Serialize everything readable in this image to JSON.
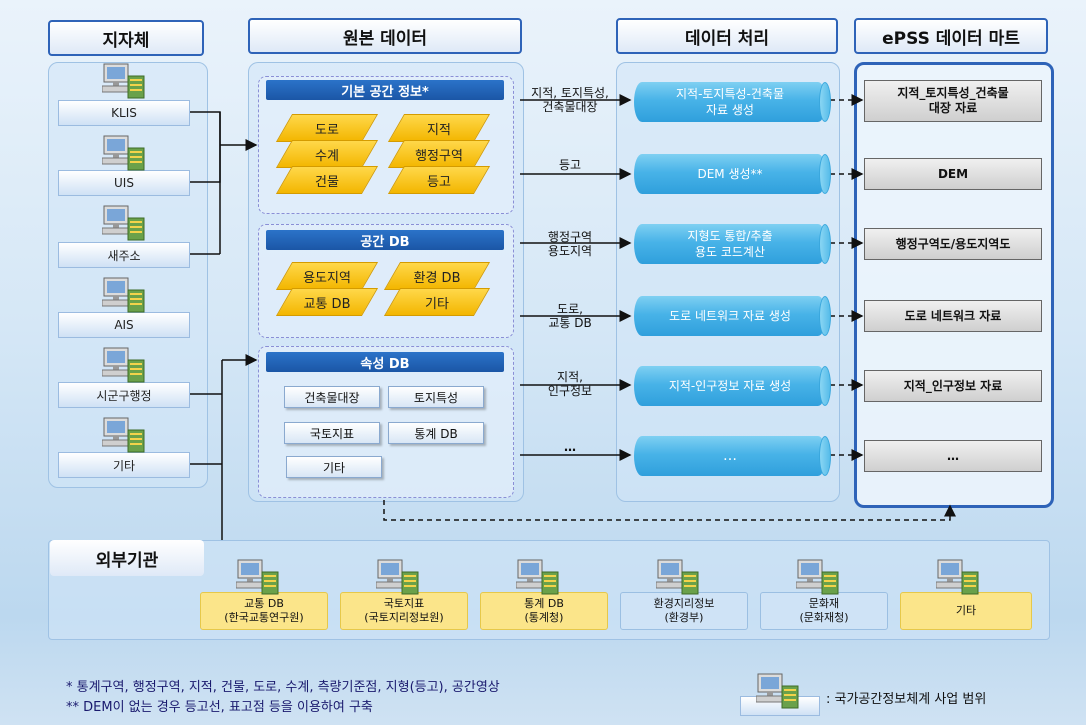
{
  "headers": {
    "local_gov": "지자체",
    "source_data": "원본 데이터",
    "processing": "데이터 처리",
    "mart": "ePSS 데이터 마트",
    "external": "외부기관"
  },
  "systems": [
    "KLIS",
    "UIS",
    "새주소",
    "AIS",
    "시군구행정",
    "기타"
  ],
  "source": {
    "basic_spatial_title": "기본 공간 정보*",
    "basic_spatial_items": [
      "도로",
      "지적",
      "수계",
      "행정구역",
      "건물",
      "등고"
    ],
    "spatial_db_title": "공간 DB",
    "spatial_db_items": [
      "용도지역",
      "환경 DB",
      "교통 DB",
      "기타"
    ],
    "attribute_db_title": "속성 DB",
    "attribute_db_items": [
      "건축물대장",
      "토지특성",
      "국토지표",
      "통계 DB",
      "기타"
    ]
  },
  "flows": [
    {
      "label": "지적, 토지특성,\n건축물대장",
      "process": "지적-토지특성-건축물\n자료 생성",
      "mart": "지적_토지특성_건축물\n대장 자료"
    },
    {
      "label": "등고",
      "process": "DEM 생성**",
      "mart": "DEM"
    },
    {
      "label": "행정구역\n용도지역",
      "process": "지형도 통합/추출\n용도 코드계산",
      "mart": "행정구역도/용도지역도"
    },
    {
      "label": "도로,\n교통 DB",
      "process": "도로 네트워크 자료 생성",
      "mart": "도로 네트워크 자료"
    },
    {
      "label": "지적,\n인구정보",
      "process": "지적-인구정보 자료 생성",
      "mart": "지적_인구정보 자료"
    },
    {
      "label": "…",
      "process": "…",
      "mart": "…"
    }
  ],
  "external_orgs": [
    {
      "label": "교통 DB\n(한국교통연구원)",
      "style": "yellow"
    },
    {
      "label": "국토지표\n(국토지리정보원)",
      "style": "yellow"
    },
    {
      "label": "통계 DB\n(통계청)",
      "style": "yellow"
    },
    {
      "label": "환경지리정보\n(환경부)",
      "style": "blue"
    },
    {
      "label": "문화재\n(문화재청)",
      "style": "blue"
    },
    {
      "label": "기타",
      "style": "yellow"
    }
  ],
  "footnotes": {
    "note1": "*  통계구역, 행정구역, 지적, 건물, 도로, 수계, 측량기준점, 지형(등고), 공간영상",
    "note2": "** DEM이 없는 경우 등고선, 표고점 등을 이용하여 구축"
  },
  "legend": ": 국가공간정보체계 사업 범위",
  "colors": {
    "header_border": "#2e63b8",
    "yellow": "#f6c416",
    "cylinder": "#48b3e8",
    "title_bar": "#1b56a6"
  }
}
